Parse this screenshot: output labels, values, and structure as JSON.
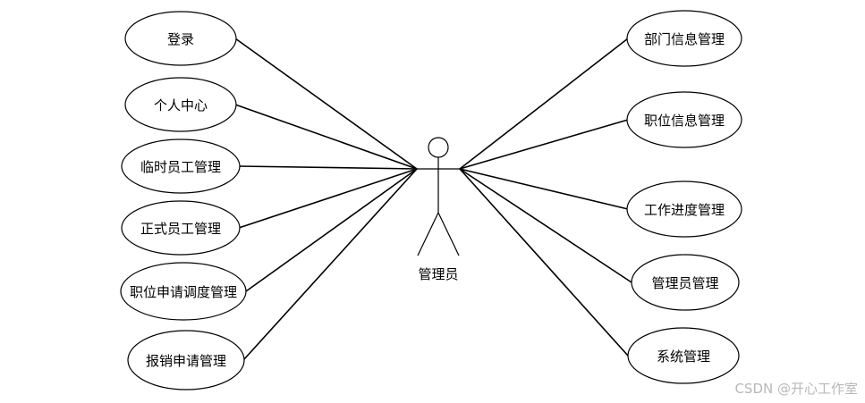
{
  "actor": {
    "label": "管理员"
  },
  "left_use_cases": [
    {
      "label": "登录"
    },
    {
      "label": "个人中心"
    },
    {
      "label": "临时员工管理"
    },
    {
      "label": "正式员工管理"
    },
    {
      "label": "职位申请调度管理"
    },
    {
      "label": "报销申请管理"
    }
  ],
  "right_use_cases": [
    {
      "label": "部门信息管理"
    },
    {
      "label": "职位信息管理"
    },
    {
      "label": "工作进度管理"
    },
    {
      "label": "管理员管理"
    },
    {
      "label": "系统管理"
    }
  ],
  "watermark": "CSDN @开心工作室"
}
